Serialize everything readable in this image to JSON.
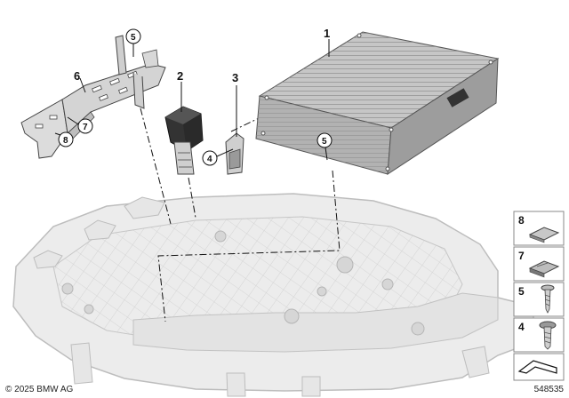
{
  "callouts": {
    "p1": "1",
    "p2": "2",
    "p3": "3",
    "p4": "4",
    "p5a": "5",
    "p5b": "5",
    "p6": "6",
    "p7": "7",
    "p8": "8"
  },
  "legend": [
    {
      "number": "8",
      "icon": "pad-icon"
    },
    {
      "number": "7",
      "icon": "clip-icon"
    },
    {
      "number": "5",
      "icon": "screw-icon"
    },
    {
      "number": "4",
      "icon": "hex-bolt-icon"
    },
    {
      "number": "",
      "icon": "arrow-icon"
    }
  ],
  "footer": {
    "copyright": "© 2025 BMW AG",
    "diagram_id": "548535"
  }
}
